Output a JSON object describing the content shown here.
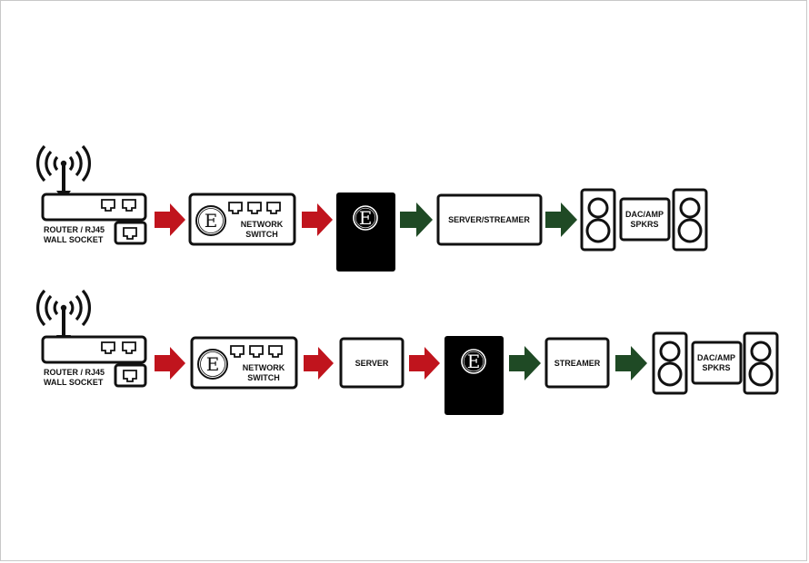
{
  "colors": {
    "red_arrow": "#c0141d",
    "green_arrow": "#1f4a25",
    "ink": "#111111",
    "device_fill": "#000000"
  },
  "logo_letter": "E",
  "rows": [
    {
      "router_label_line1": "ROUTER / RJ45",
      "router_label_line2": "WALL SOCKET",
      "switch_label_line1": "NETWORK",
      "switch_label_line2": "SWITCH",
      "box_label": "SERVER/STREAMER",
      "dac_label_line1": "DAC/AMP",
      "dac_label_line2": "SPKRS"
    },
    {
      "router_label_line1": "ROUTER / RJ45",
      "router_label_line2": "WALL SOCKET",
      "switch_label_line1": "NETWORK",
      "switch_label_line2": "SWITCH",
      "server_label": "SERVER",
      "streamer_label": "STREAMER",
      "dac_label_line1": "DAC/AMP",
      "dac_label_line2": "SPKRS"
    }
  ]
}
